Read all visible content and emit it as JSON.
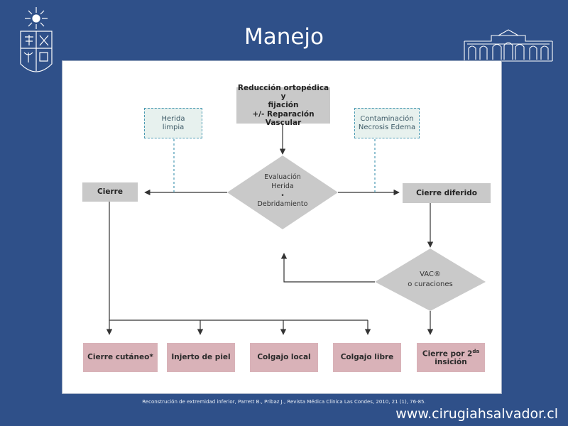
{
  "slide": {
    "title": "Manejo",
    "citation": "Reconstrución de extremidad inferior,  Parrett B., Pribaz J., Revista Médica Clínica Las Condes, 2010, 21 (1), 76-85.",
    "website": "www.cirugiahsalvador.cl"
  },
  "flowchart": {
    "top_box": [
      "Reducción ortopédica y",
      "fijación",
      "+/- Reparación Vascular"
    ],
    "note_left": [
      "Herida",
      "limpia"
    ],
    "note_right": [
      "Contaminación",
      "Necrosis Edema"
    ],
    "diamond_eval": {
      "line1": "Evaluación",
      "line2": "Herida",
      "bullet": "•",
      "line3": "Debridamiento"
    },
    "cierre": "Cierre",
    "cierre_diferido": "Cierre diferido",
    "diamond_vac": {
      "line1": "VAC®",
      "line2": "o curaciones"
    },
    "outcomes": {
      "cierre_cutaneo": "Cierre cutáneo*",
      "injerto": "Injerto de piel",
      "colgajo_local": "Colgajo local",
      "colgajo_libre": "Colgajo libre",
      "cierre_2da_main": "Cierre por 2",
      "cierre_2da_sup": "da",
      "cierre_2da_line2": "insición"
    }
  },
  "colors": {
    "background": "#2f5089",
    "gray_box": "#c9c9c9",
    "pink_box": "#d9b2b8",
    "note_fill": "#e7f1ee",
    "note_border": "#4b9ab3",
    "line": "#333333"
  }
}
